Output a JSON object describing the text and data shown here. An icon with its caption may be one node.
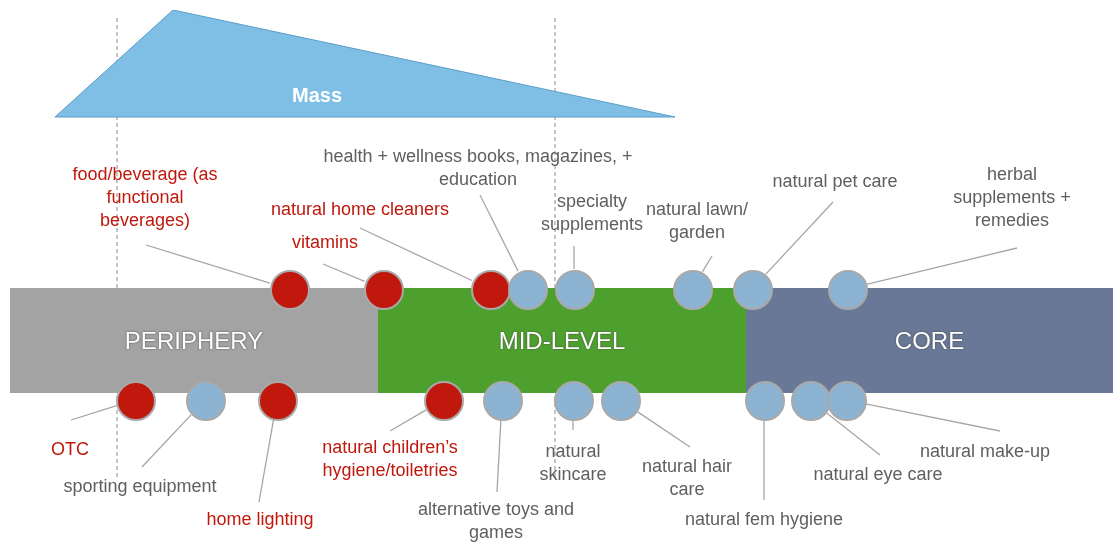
{
  "diagram": {
    "nodes": [
      {
        "text": [
          "Mass"
        ]
      },
      {
        "text": [
          "health + wellness books, magazines, + education"
        ]
      },
      {
        "text": [
          "food/beverage (as functional beverages)"
        ]
      },
      {
        "text": [
          "natural pet care"
        ]
      },
      {
        "text": [
          "herbal supplements + remedies"
        ]
      },
      {
        "text": [
          "specialty supplements"
        ]
      },
      {
        "text": [
          "natural home cleaners"
        ]
      },
      {
        "text": [
          "natural lawn/ garden"
        ]
      },
      {
        "text": [
          "vitamins"
        ]
      },
      {
        "text": [],
        "shape": "circle"
      },
      {
        "text": [],
        "shape": "circle"
      },
      {
        "text": [],
        "shape": "circle"
      },
      {
        "text": [],
        "shape": "circle"
      },
      {
        "text": [],
        "shape": "circle"
      },
      {
        "text": [],
        "shape": "circle"
      },
      {
        "text": [],
        "shape": "circle"
      },
      {
        "text": [],
        "shape": "circle"
      },
      {
        "text": [
          "PERIPHERY"
        ]
      },
      {
        "text": [
          "MID-LEVEL"
        ]
      },
      {
        "text": [
          "CORE"
        ]
      },
      {
        "text": [],
        "shape": "circle"
      },
      {
        "text": [],
        "shape": "circle"
      },
      {
        "text": [],
        "shape": "circle"
      },
      {
        "text": [],
        "shape": "circle"
      },
      {
        "text": [],
        "shape": "circle"
      },
      {
        "text": [],
        "shape": "circle"
      },
      {
        "text": [],
        "shape": "circle"
      },
      {
        "text": [],
        "shape": "circle"
      },
      {
        "text": [],
        "shape": "circle"
      },
      {
        "text": [],
        "shape": "circle"
      },
      {
        "text": [
          "OTC"
        ]
      },
      {
        "text": [
          "natural children’s hygiene/toiletries"
        ]
      },
      {
        "text": [
          "natural skincare"
        ]
      },
      {
        "text": [
          "natural hair care"
        ]
      },
      {
        "text": [
          "natural make-up"
        ]
      },
      {
        "text": [
          "natural eye care"
        ]
      },
      {
        "text": [
          "sporting equipment"
        ]
      },
      {
        "text": [
          "home lighting"
        ]
      },
      {
        "text": [
          "alternative toys and games"
        ]
      },
      {
        "text": [
          "natural fem hygiene"
        ]
      }
    ],
    "edges": [
      {
        "from": 2,
        "to": 9,
        "arrow": "none"
      },
      {
        "from": 8,
        "to": 10,
        "arrow": "none"
      },
      {
        "from": 6,
        "to": 11,
        "arrow": "none"
      },
      {
        "from": 1,
        "to": 12,
        "arrow": "none"
      },
      {
        "from": 5,
        "to": 13,
        "arrow": "none"
      },
      {
        "from": 7,
        "to": 14,
        "arrow": "none"
      },
      {
        "from": 3,
        "to": 15,
        "arrow": "none"
      },
      {
        "from": 4,
        "to": 16,
        "arrow": "none"
      },
      {
        "from": 30,
        "to": 20,
        "arrow": "none"
      },
      {
        "from": 36,
        "to": 21,
        "arrow": "none"
      },
      {
        "from": 37,
        "to": 22,
        "arrow": "none"
      },
      {
        "from": 31,
        "to": 23,
        "arrow": "none"
      },
      {
        "from": 38,
        "to": 24,
        "arrow": "none"
      },
      {
        "from": 32,
        "to": 25,
        "arrow": "none"
      },
      {
        "from": 33,
        "to": 26,
        "arrow": "none"
      },
      {
        "from": 39,
        "to": 27,
        "arrow": "none"
      },
      {
        "from": 35,
        "to": 28,
        "arrow": "none"
      },
      {
        "from": 34,
        "to": 29,
        "arrow": "none"
      }
    ]
  }
}
